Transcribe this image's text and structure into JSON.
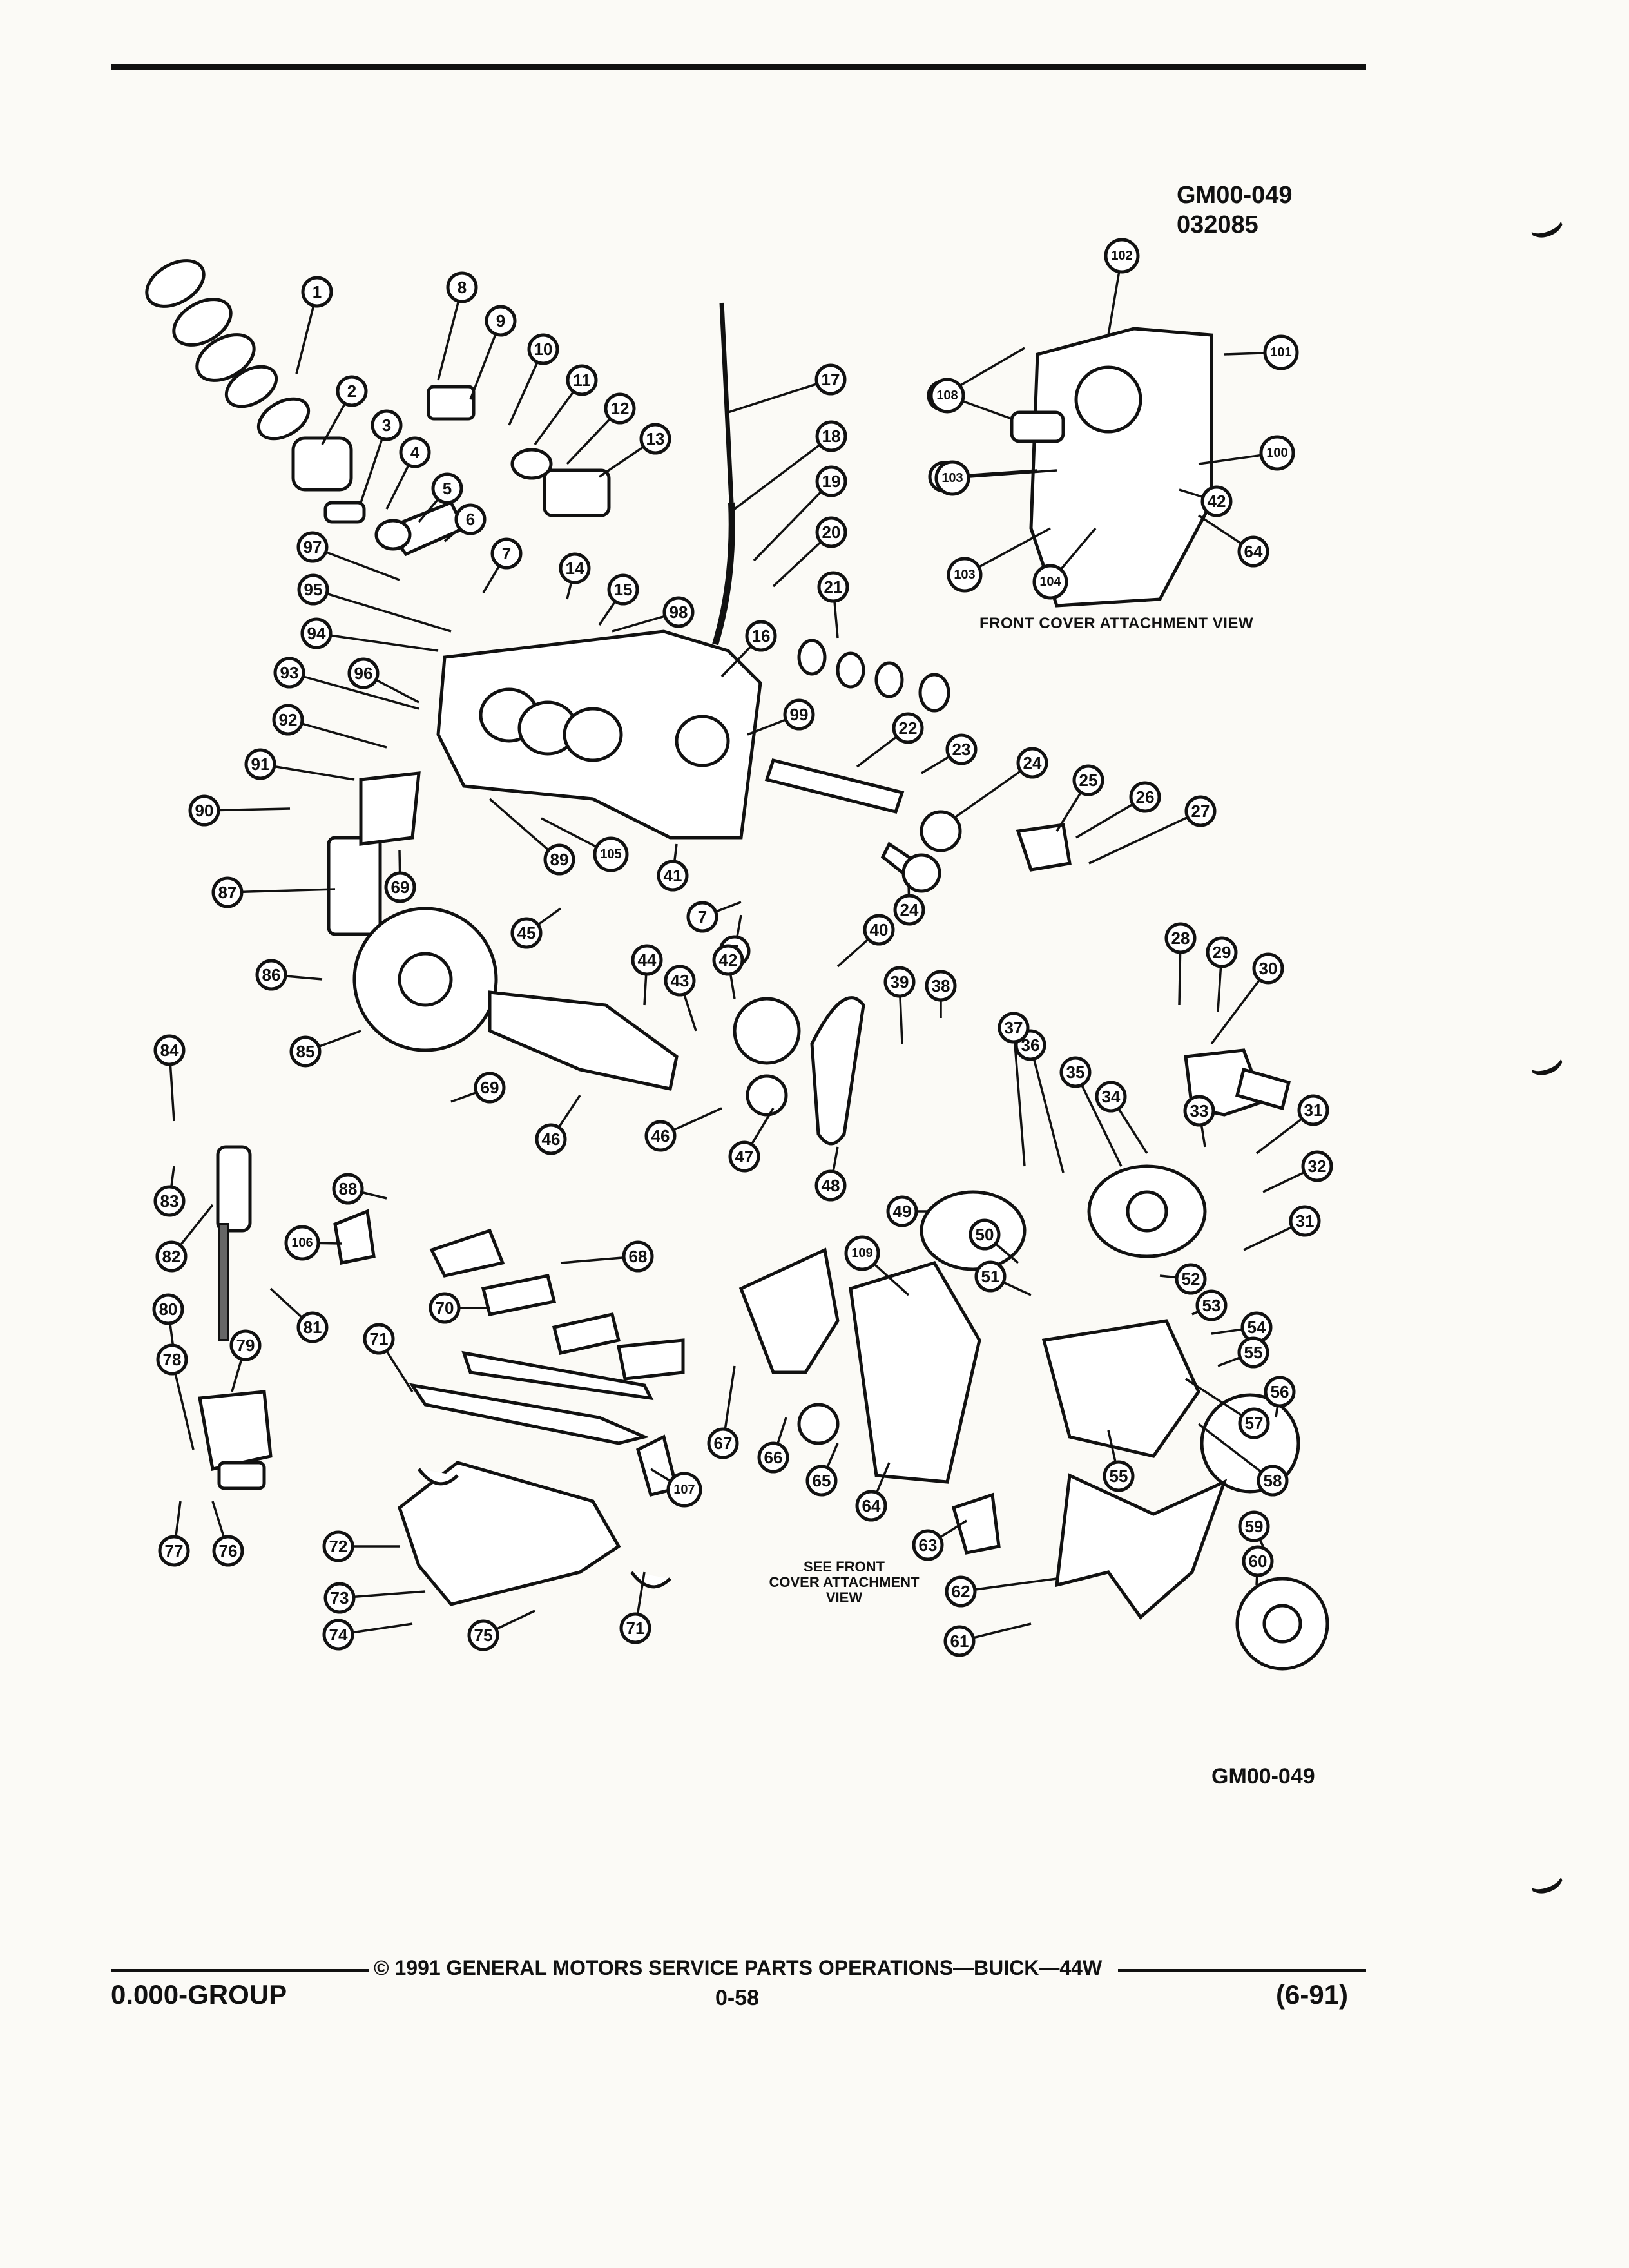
{
  "header": {
    "figure_id": "GM00-049",
    "figure_code": "032085"
  },
  "diagram": {
    "front_cover_caption": "FRONT COVER ATTACHMENT VIEW",
    "see_front_note": [
      "SEE FRONT",
      "COVER ATTACHMENT",
      "VIEW"
    ],
    "bottom_figure_id": "GM00-049",
    "callouts": [
      "1",
      "2",
      "3",
      "4",
      "5",
      "5",
      "6",
      "7",
      "7",
      "8",
      "9",
      "10",
      "11",
      "12",
      "13",
      "14",
      "15",
      "16",
      "17",
      "18",
      "19",
      "20",
      "21",
      "22",
      "23",
      "24",
      "24",
      "25",
      "26",
      "27",
      "28",
      "29",
      "30",
      "31",
      "31",
      "32",
      "33",
      "34",
      "35",
      "36",
      "37",
      "38",
      "39",
      "40",
      "41",
      "42",
      "42",
      "42",
      "43",
      "44",
      "45",
      "46",
      "46",
      "47",
      "48",
      "49",
      "50",
      "51",
      "52",
      "53",
      "54",
      "55",
      "55",
      "56",
      "57",
      "58",
      "58",
      "59",
      "60",
      "61",
      "62",
      "63",
      "64",
      "64",
      "65",
      "66",
      "67",
      "68",
      "69",
      "69",
      "70",
      "71",
      "71",
      "72",
      "73",
      "74",
      "75",
      "76",
      "77",
      "78",
      "79",
      "80",
      "81",
      "82",
      "83",
      "84",
      "85",
      "86",
      "87",
      "88",
      "89",
      "90",
      "91",
      "92",
      "93",
      "94",
      "95",
      "96",
      "97",
      "98",
      "99",
      "100",
      "101",
      "102",
      "103",
      "103",
      "104",
      "105",
      "106",
      "107",
      "108",
      "109"
    ]
  },
  "footer": {
    "copyright": "© 1991 GENERAL MOTORS SERVICE PARTS OPERATIONS—BUICK—44W",
    "group_label": "0.000-GROUP",
    "page_number": "0-58",
    "revision": "(6-91)"
  }
}
